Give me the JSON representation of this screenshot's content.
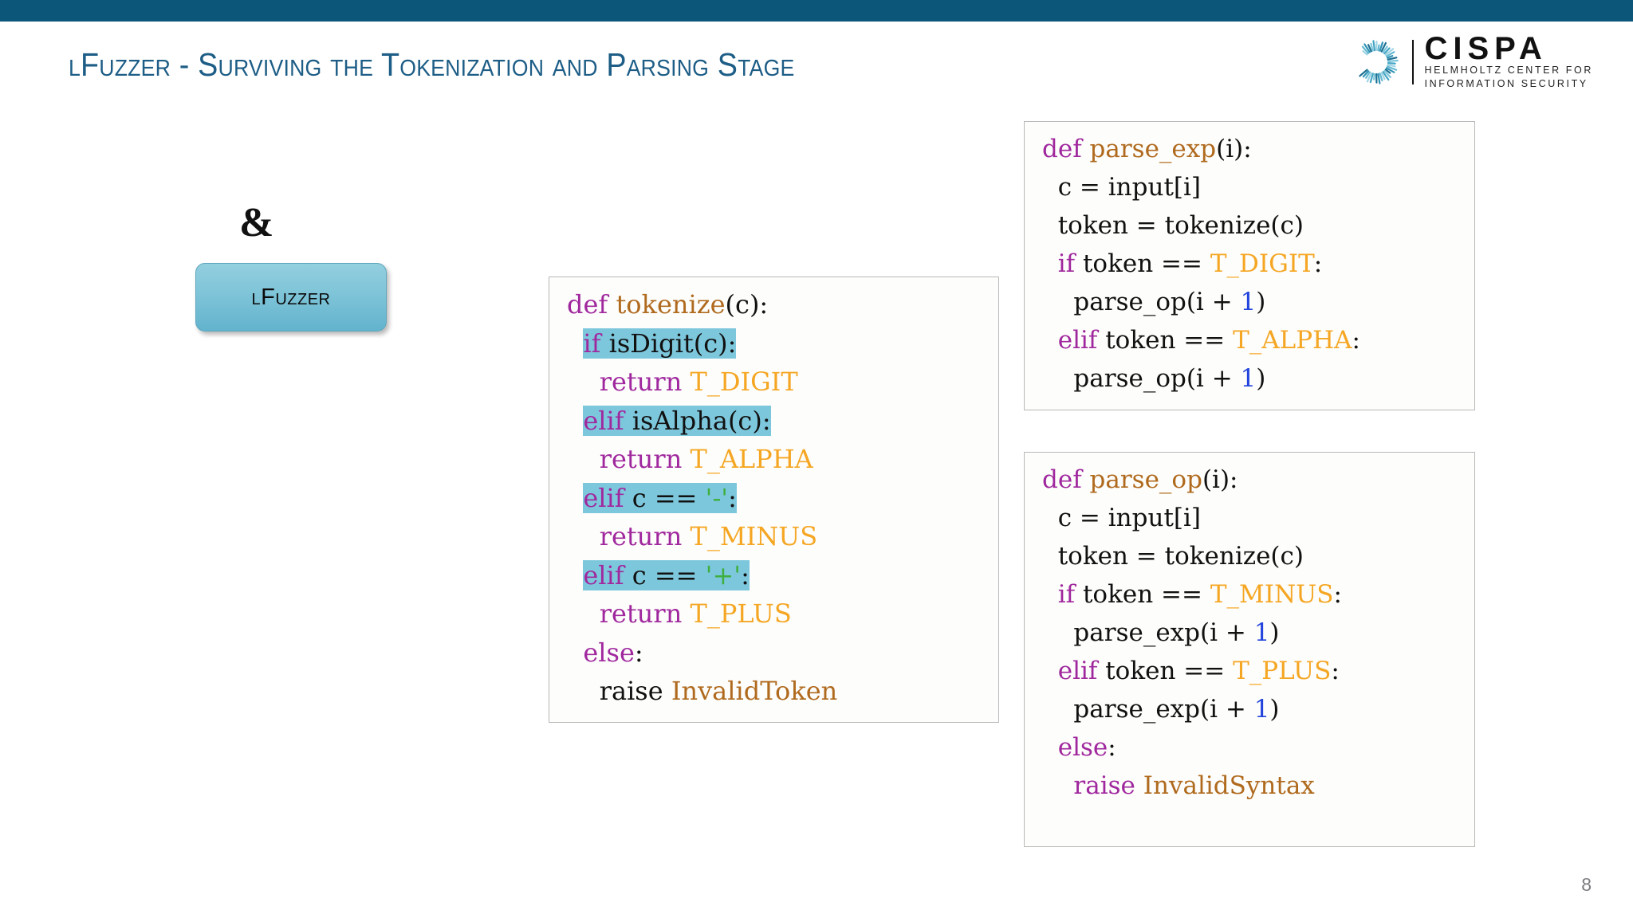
{
  "header": {
    "bar_color": "#0b5679",
    "title": "lFuzzer - Surviving the Tokenization and Parsing Stage",
    "title_color": "#1d5d86"
  },
  "logo": {
    "name": "cispa-logo",
    "word": "CISPA",
    "subtitle_line1": "HELMHOLTZ CENTER FOR",
    "subtitle_line2": "INFORMATION SECURITY",
    "mark_color": "#2a93b5"
  },
  "left_panel": {
    "ampersand": "&",
    "tool_box_label": "lFuzzer",
    "tool_box_color": "#7fc4d8"
  },
  "colors": {
    "keyword": "#a0289e",
    "function": "#b06a1e",
    "token_constant": "#f5a623",
    "string": "#3faf3f",
    "number": "#2244dd",
    "plain": "#111111",
    "highlight": "#7dc7dc",
    "page_number": "#7c7c80"
  },
  "code_blocks": [
    {
      "id": "tokenize",
      "title": "def tokenize(c):",
      "lines": [
        {
          "indent": 0,
          "highlight": false,
          "tokens": [
            {
              "t": "def",
              "c": "k"
            },
            {
              "t": " ",
              "c": "pl"
            },
            {
              "t": "tokenize",
              "c": "fn"
            },
            {
              "t": "(c):",
              "c": "pl"
            }
          ]
        },
        {
          "indent": 1,
          "highlight": true,
          "tokens": [
            {
              "t": "if",
              "c": "k"
            },
            {
              "t": " isDigit(c):",
              "c": "pl"
            }
          ]
        },
        {
          "indent": 2,
          "highlight": false,
          "tokens": [
            {
              "t": "return",
              "c": "k"
            },
            {
              "t": " ",
              "c": "pl"
            },
            {
              "t": "T_DIGIT",
              "c": "tk"
            }
          ]
        },
        {
          "indent": 1,
          "highlight": true,
          "tokens": [
            {
              "t": "elif",
              "c": "k"
            },
            {
              "t": " isAlpha(c):",
              "c": "pl"
            }
          ]
        },
        {
          "indent": 2,
          "highlight": false,
          "tokens": [
            {
              "t": "return",
              "c": "k"
            },
            {
              "t": " ",
              "c": "pl"
            },
            {
              "t": "T_ALPHA",
              "c": "tk"
            }
          ]
        },
        {
          "indent": 1,
          "highlight": true,
          "tokens": [
            {
              "t": "elif",
              "c": "k"
            },
            {
              "t": " c == ",
              "c": "pl"
            },
            {
              "t": "'-'",
              "c": "st"
            },
            {
              "t": ":",
              "c": "pl"
            }
          ]
        },
        {
          "indent": 2,
          "highlight": false,
          "tokens": [
            {
              "t": "return",
              "c": "k"
            },
            {
              "t": " ",
              "c": "pl"
            },
            {
              "t": "T_MINUS",
              "c": "tk"
            }
          ]
        },
        {
          "indent": 1,
          "highlight": true,
          "tokens": [
            {
              "t": "elif",
              "c": "k"
            },
            {
              "t": " c == ",
              "c": "pl"
            },
            {
              "t": "'+'",
              "c": "st"
            },
            {
              "t": ":",
              "c": "pl"
            }
          ]
        },
        {
          "indent": 2,
          "highlight": false,
          "tokens": [
            {
              "t": "return",
              "c": "k"
            },
            {
              "t": " ",
              "c": "pl"
            },
            {
              "t": "T_PLUS",
              "c": "tk"
            }
          ]
        },
        {
          "indent": 1,
          "highlight": false,
          "tokens": [
            {
              "t": "else",
              "c": "k"
            },
            {
              "t": ":",
              "c": "pl"
            }
          ]
        },
        {
          "indent": 2,
          "highlight": false,
          "tokens": [
            {
              "t": "raise",
              "c": "pl"
            },
            {
              "t": " ",
              "c": "pl"
            },
            {
              "t": "InvalidToken",
              "c": "fn"
            }
          ]
        }
      ]
    },
    {
      "id": "parse-exp",
      "title": "def parse_exp(i):",
      "lines": [
        {
          "indent": 0,
          "highlight": false,
          "tokens": [
            {
              "t": "def",
              "c": "k"
            },
            {
              "t": " ",
              "c": "pl"
            },
            {
              "t": "parse_exp",
              "c": "fn"
            },
            {
              "t": "(i):",
              "c": "pl"
            }
          ]
        },
        {
          "indent": 1,
          "highlight": false,
          "tokens": [
            {
              "t": "c = input[i]",
              "c": "pl"
            }
          ]
        },
        {
          "indent": 1,
          "highlight": false,
          "tokens": [
            {
              "t": "token = tokenize(c)",
              "c": "pl"
            }
          ]
        },
        {
          "indent": 1,
          "highlight": false,
          "tokens": [
            {
              "t": "if",
              "c": "k"
            },
            {
              "t": " token == ",
              "c": "pl"
            },
            {
              "t": "T_DIGIT",
              "c": "tk"
            },
            {
              "t": ":",
              "c": "pl"
            }
          ]
        },
        {
          "indent": 2,
          "highlight": false,
          "tokens": [
            {
              "t": "parse_op(i + ",
              "c": "pl"
            },
            {
              "t": "1",
              "c": "nu"
            },
            {
              "t": ")",
              "c": "pl"
            }
          ]
        },
        {
          "indent": 1,
          "highlight": false,
          "tokens": [
            {
              "t": "elif",
              "c": "k"
            },
            {
              "t": " token == ",
              "c": "pl"
            },
            {
              "t": "T_ALPHA",
              "c": "tk"
            },
            {
              "t": ":",
              "c": "pl"
            }
          ]
        },
        {
          "indent": 2,
          "highlight": false,
          "tokens": [
            {
              "t": "parse_op(i + ",
              "c": "pl"
            },
            {
              "t": "1",
              "c": "nu"
            },
            {
              "t": ")",
              "c": "pl"
            }
          ]
        }
      ]
    },
    {
      "id": "parse-op",
      "title": "def parse_op(i):",
      "lines": [
        {
          "indent": 0,
          "highlight": false,
          "tokens": [
            {
              "t": "def",
              "c": "k"
            },
            {
              "t": " ",
              "c": "pl"
            },
            {
              "t": "parse_op",
              "c": "fn"
            },
            {
              "t": "(i):",
              "c": "pl"
            }
          ]
        },
        {
          "indent": 1,
          "highlight": false,
          "tokens": [
            {
              "t": "c = input[i]",
              "c": "pl"
            }
          ]
        },
        {
          "indent": 1,
          "highlight": false,
          "tokens": [
            {
              "t": "token = tokenize(c)",
              "c": "pl"
            }
          ]
        },
        {
          "indent": 1,
          "highlight": false,
          "tokens": [
            {
              "t": "if",
              "c": "k"
            },
            {
              "t": " token == ",
              "c": "pl"
            },
            {
              "t": "T_MINUS",
              "c": "tk"
            },
            {
              "t": ":",
              "c": "pl"
            }
          ]
        },
        {
          "indent": 2,
          "highlight": false,
          "tokens": [
            {
              "t": "parse_exp(i + ",
              "c": "pl"
            },
            {
              "t": "1",
              "c": "nu"
            },
            {
              "t": ")",
              "c": "pl"
            }
          ]
        },
        {
          "indent": 1,
          "highlight": false,
          "tokens": [
            {
              "t": "elif",
              "c": "k"
            },
            {
              "t": " token == ",
              "c": "pl"
            },
            {
              "t": "T_PLUS",
              "c": "tk"
            },
            {
              "t": ":",
              "c": "pl"
            }
          ]
        },
        {
          "indent": 2,
          "highlight": false,
          "tokens": [
            {
              "t": "parse_exp(i + ",
              "c": "pl"
            },
            {
              "t": "1",
              "c": "nu"
            },
            {
              "t": ")",
              "c": "pl"
            }
          ]
        },
        {
          "indent": 1,
          "highlight": false,
          "tokens": [
            {
              "t": "else",
              "c": "k"
            },
            {
              "t": ":",
              "c": "pl"
            }
          ]
        },
        {
          "indent": 2,
          "highlight": false,
          "tokens": [
            {
              "t": "raise",
              "c": "k"
            },
            {
              "t": " ",
              "c": "pl"
            },
            {
              "t": "InvalidSyntax",
              "c": "fn"
            }
          ]
        }
      ]
    }
  ],
  "footer": {
    "page_number": "8"
  }
}
